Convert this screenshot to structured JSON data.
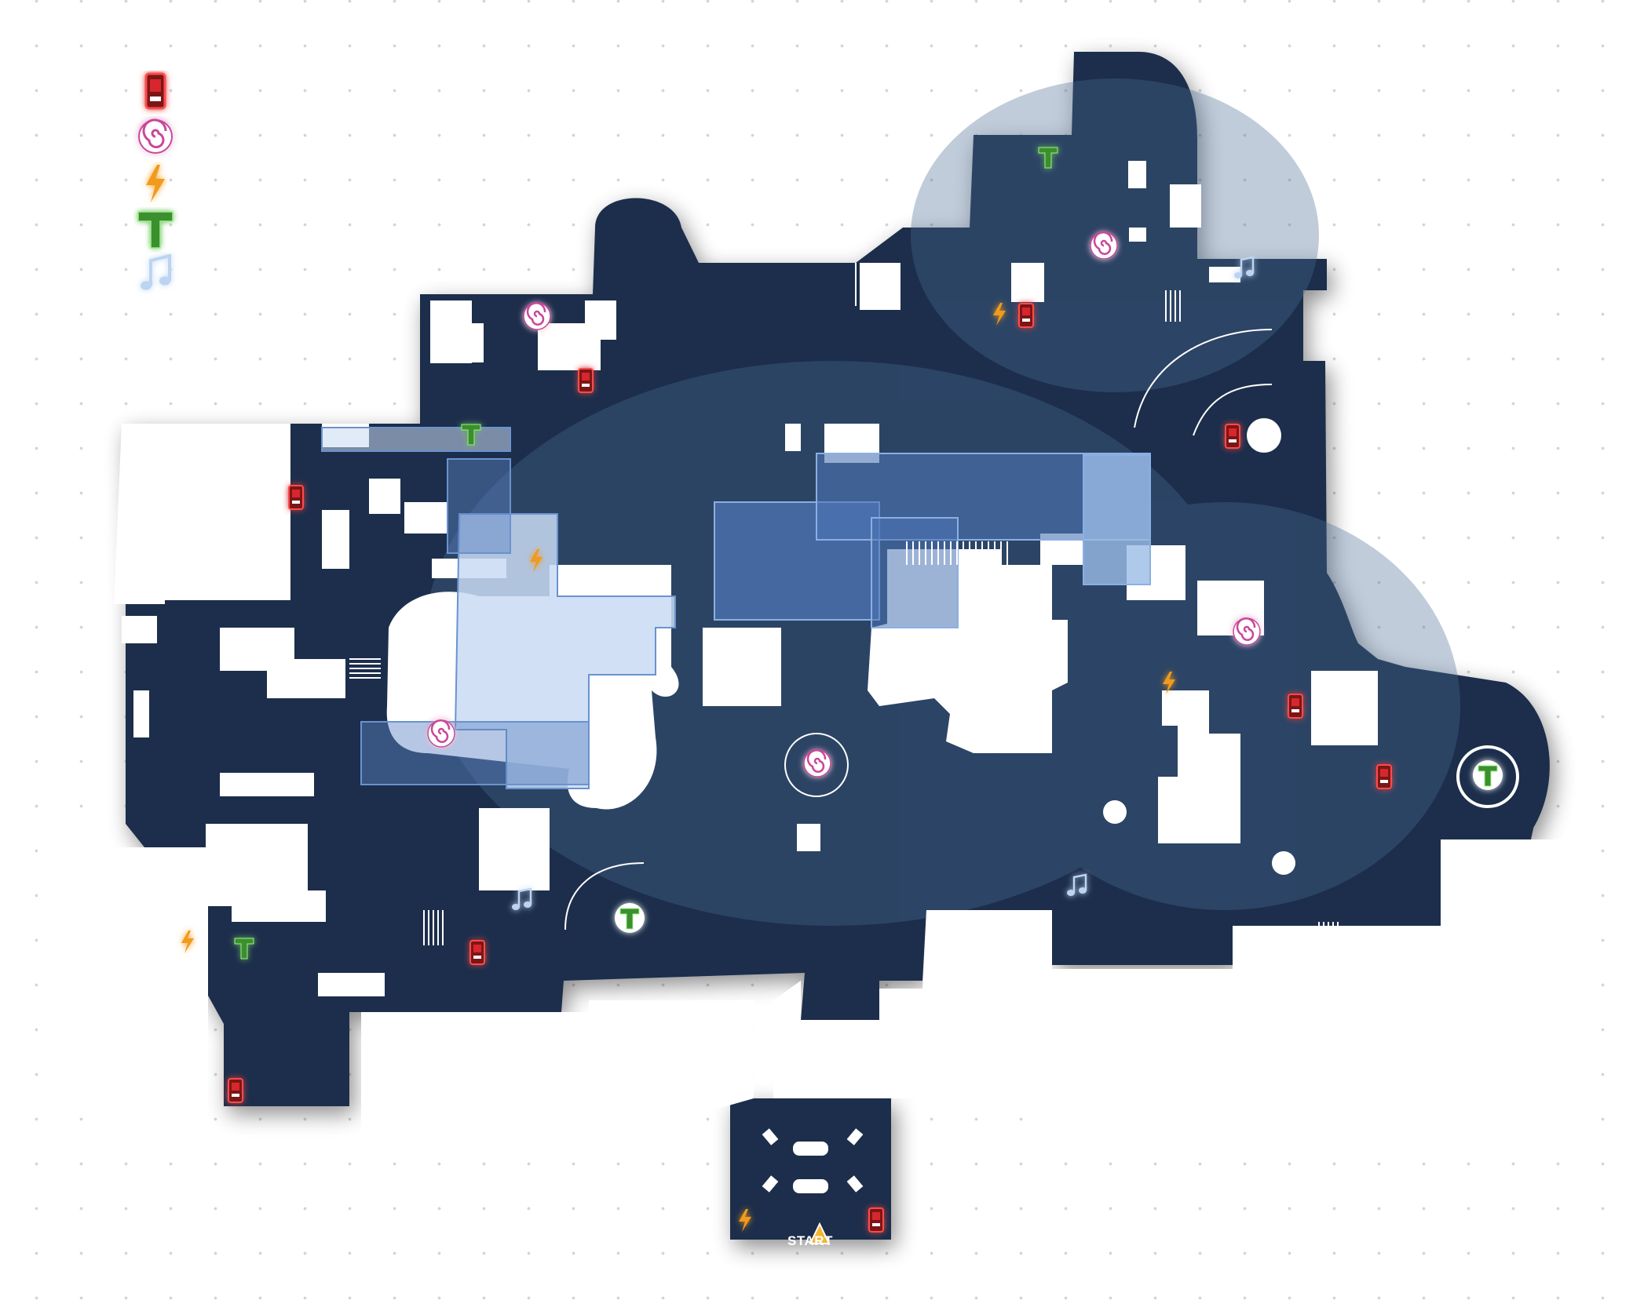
{
  "map": {
    "start_label": "START",
    "colors": {
      "floor": "#1d2e4b",
      "wall": "#ffffff",
      "overlay": "#c9dbf3",
      "overlay_edge": "#6a93cf",
      "bridge": "#4d74b4",
      "perk": "#d7262e",
      "portal": "#c9469a",
      "power": "#f29a1c",
      "trap": "#3b8f2e",
      "music": "#bcd4f2",
      "start_marker": "#f2b632"
    }
  },
  "legend": [
    {
      "icon": "perk-machine-icon"
    },
    {
      "icon": "portal-icon"
    },
    {
      "icon": "power-icon"
    },
    {
      "icon": "trap-icon"
    },
    {
      "icon": "music-icon"
    }
  ],
  "markers": [
    {
      "type": "portal"
    },
    {
      "type": "portal"
    },
    {
      "type": "portal"
    },
    {
      "type": "portal"
    },
    {
      "type": "portal"
    },
    {
      "type": "portal"
    },
    {
      "type": "perk"
    },
    {
      "type": "perk"
    },
    {
      "type": "perk"
    },
    {
      "type": "perk"
    },
    {
      "type": "perk"
    },
    {
      "type": "perk"
    },
    {
      "type": "perk"
    },
    {
      "type": "perk"
    },
    {
      "type": "perk"
    },
    {
      "type": "power"
    },
    {
      "type": "power"
    },
    {
      "type": "power"
    },
    {
      "type": "power"
    },
    {
      "type": "power"
    },
    {
      "type": "trap"
    },
    {
      "type": "trap"
    },
    {
      "type": "trap"
    },
    {
      "type": "trap"
    },
    {
      "type": "trap"
    },
    {
      "type": "music"
    },
    {
      "type": "music"
    },
    {
      "type": "music"
    }
  ]
}
